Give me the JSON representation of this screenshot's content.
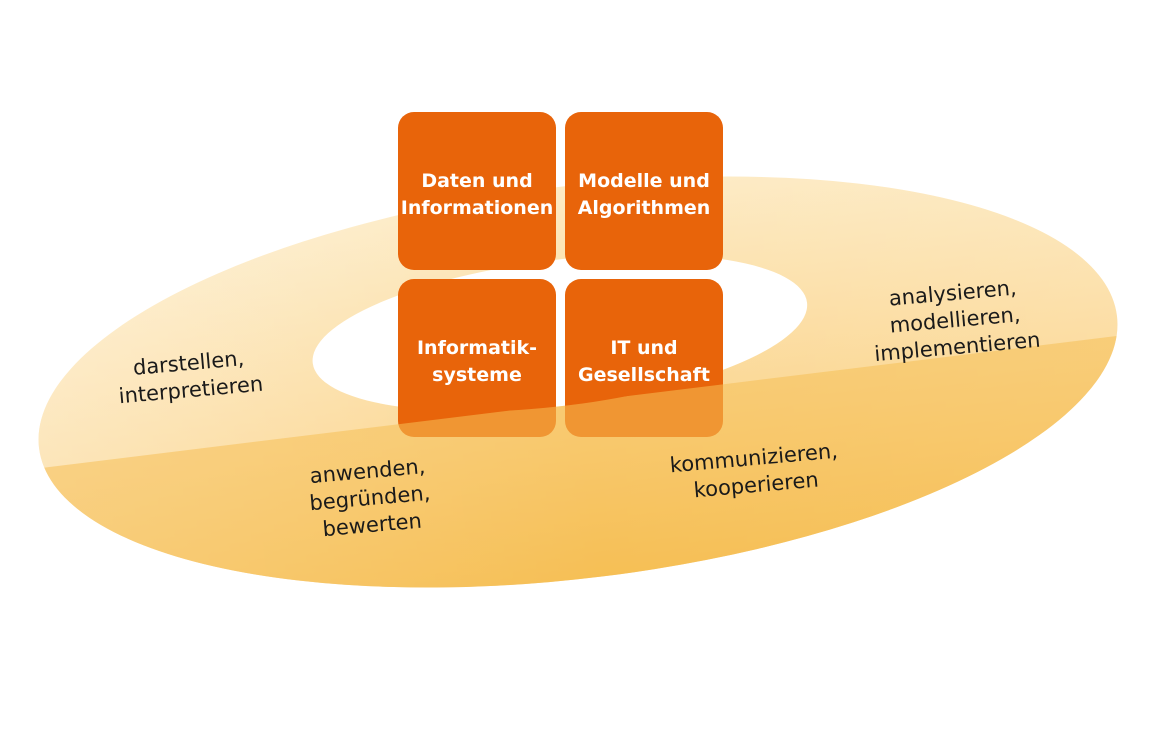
{
  "colors": {
    "box_fill": "#E8640A",
    "ring_light": "#FCE2AE",
    "ring_dark": "#F5B53C",
    "box_text": "#FFFFFF",
    "ring_text": "#1A1A1A"
  },
  "content_areas": [
    {
      "line1": "Daten und",
      "line2": "Informationen"
    },
    {
      "line1": "Modelle und",
      "line2": "Algorithmen"
    },
    {
      "line1": "Informatik-",
      "line2": "systeme"
    },
    {
      "line1": "IT und",
      "line2": "Gesellschaft"
    }
  ],
  "process_areas": {
    "left": {
      "line1": "darstellen,",
      "line2": "interpretieren"
    },
    "right": {
      "line1": "analysieren,",
      "line2": "modellieren,",
      "line3": "implementieren"
    },
    "bottom_left": {
      "line1": "anwenden,",
      "line2": "begründen,",
      "line3": "bewerten"
    },
    "bottom_right": {
      "line1": "kommunizieren,",
      "line2": "kooperieren"
    }
  }
}
